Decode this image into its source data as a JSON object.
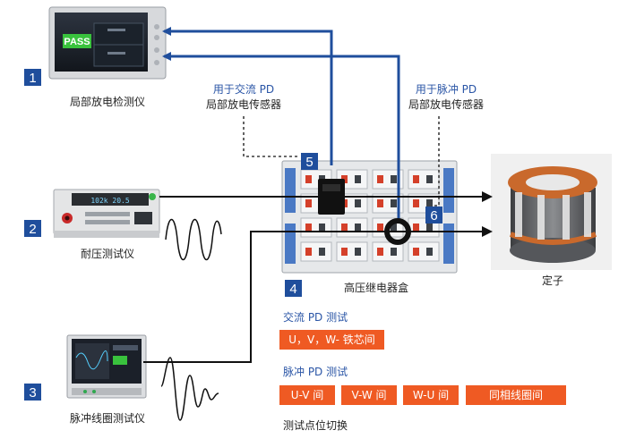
{
  "colors": {
    "accent_blue": "#1f4e9c",
    "orange": "#ef5a23",
    "label_blue": "#2a55a6"
  },
  "devices": {
    "pd_detector": {
      "number": "1",
      "label": "局部放电检测仪",
      "screen_text": "PASS"
    },
    "withstand_tester": {
      "number": "2",
      "label": "耐压测试仪"
    },
    "impulse_tester": {
      "number": "3",
      "label": "脉冲线圈测试仪"
    },
    "relay_box": {
      "number": "4",
      "label": "高压继电器盒"
    },
    "stator": {
      "label": "定子"
    }
  },
  "sensors": {
    "ac_sensor": {
      "number": "5",
      "line1": "用于交流 PD",
      "line2": "局部放电传感器"
    },
    "pulse_sensor": {
      "number": "6",
      "line1": "用于脉冲 PD",
      "line2": "局部放电传感器"
    }
  },
  "tests": {
    "ac_title": "交流 PD 测试",
    "ac_buttons": [
      "U，V，W- 铁芯间"
    ],
    "pulse_title": "脉冲 PD 测试",
    "pulse_buttons": [
      "U-V 间",
      "V-W 间",
      "W-U 间",
      "同相线圈间"
    ],
    "footer": "测试点位切换"
  }
}
